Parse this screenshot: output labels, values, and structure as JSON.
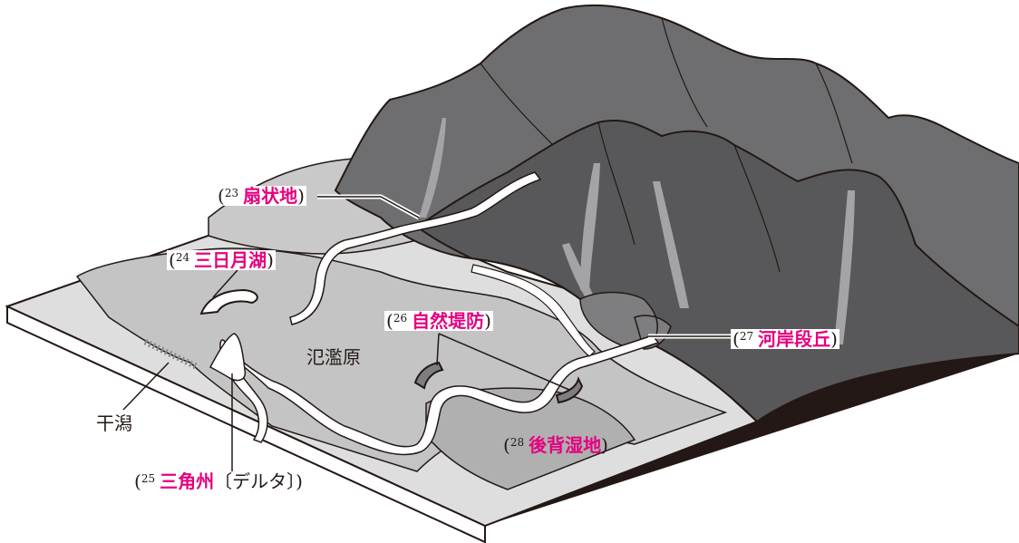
{
  "colors": {
    "answer_term": "#e5007f",
    "text": "#231815",
    "mountain": "#6e6e70",
    "mountain_dark": "#58585a",
    "plain": "#cfcfcf",
    "lowland": "#bdbdbd",
    "river": "#ffffff",
    "outline": "#231815",
    "side_face": "#231815"
  },
  "labels": {
    "alluvial_fan": {
      "open": "(",
      "number": "23",
      "term": "扇状地",
      "close": ")"
    },
    "oxbow_lake": {
      "open": "(",
      "number": "24",
      "term": "三日月湖",
      "close": ")"
    },
    "delta": {
      "open": "(",
      "number": "25",
      "term": "三角州",
      "aside": "〔デルタ〕",
      "close": ")"
    },
    "natural_levee": {
      "open": "(",
      "number": "26",
      "term": "自然堤防",
      "close": ")"
    },
    "river_terrace": {
      "open": "(",
      "number": "27",
      "term": "河岸段丘",
      "close": ")"
    },
    "back_marsh": {
      "open": "(",
      "number": "28",
      "term": "後背湿地",
      "close": ")"
    },
    "floodplain": "氾濫原",
    "tidal_flat": "干潟"
  }
}
